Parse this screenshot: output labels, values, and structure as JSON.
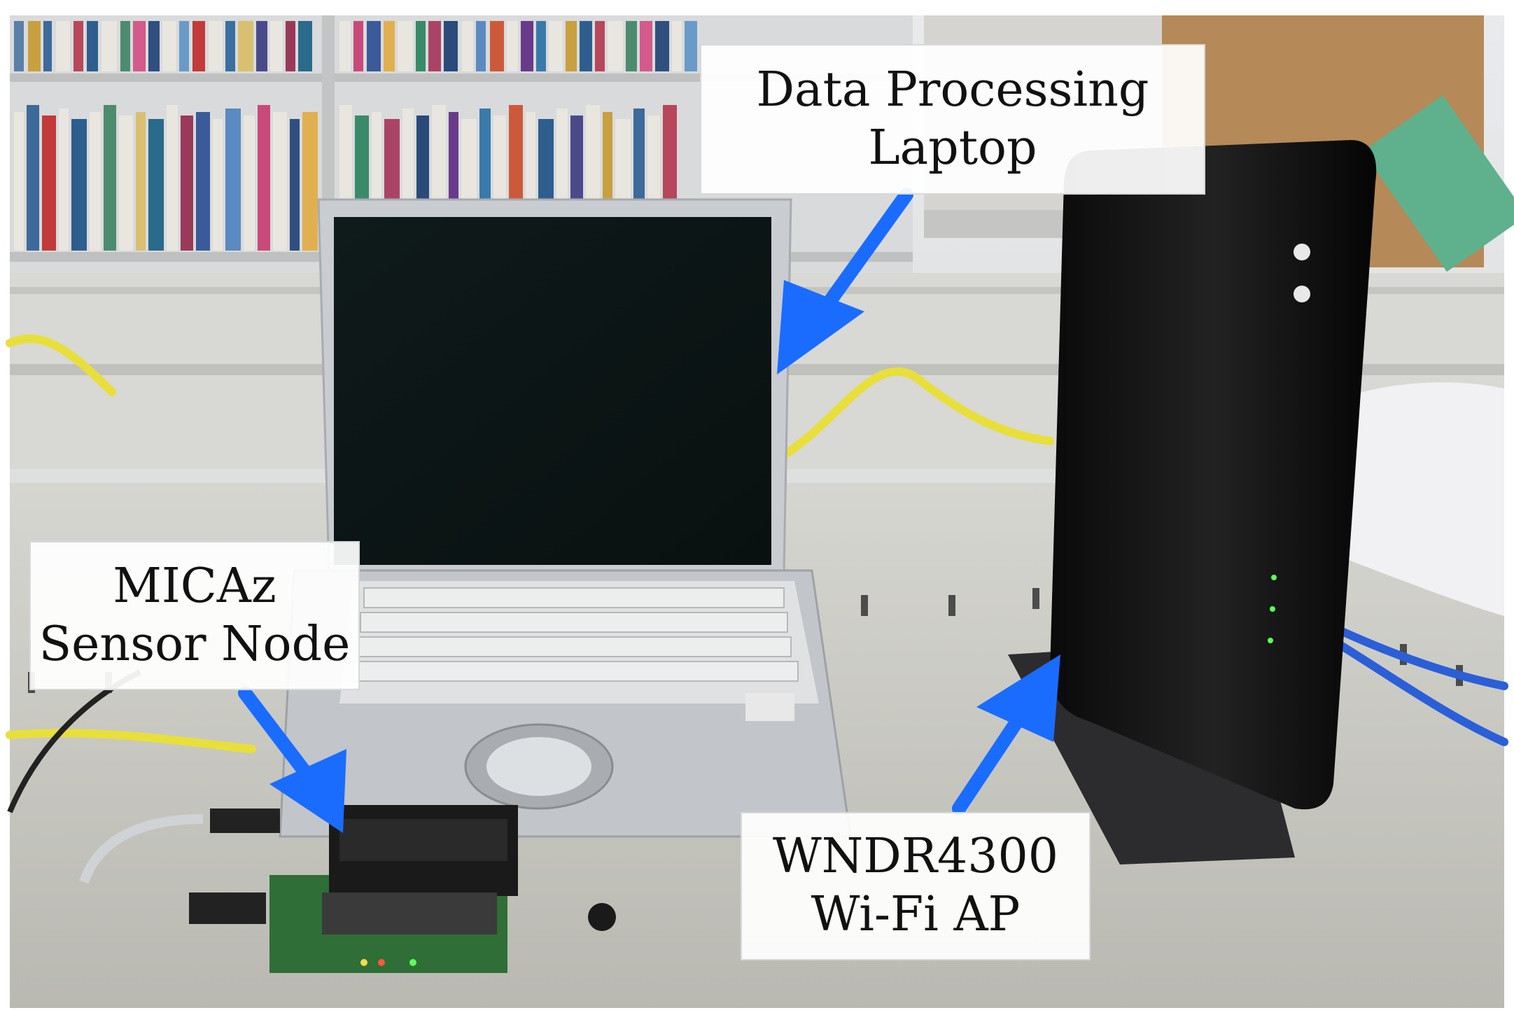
{
  "labels": {
    "laptop": {
      "line1": "Data Processing",
      "line2": "Laptop"
    },
    "micaz": {
      "line1": "MICAz",
      "line2": "Sensor Node"
    },
    "ap": {
      "line1": "WNDR4300",
      "line2": "Wi-Fi AP"
    }
  },
  "colors": {
    "arrow": "#1a6cff",
    "cable": "#e8df3a",
    "router": "#111111",
    "laptop_body": "#c9ccd0",
    "desk": "#c8c8c0"
  }
}
